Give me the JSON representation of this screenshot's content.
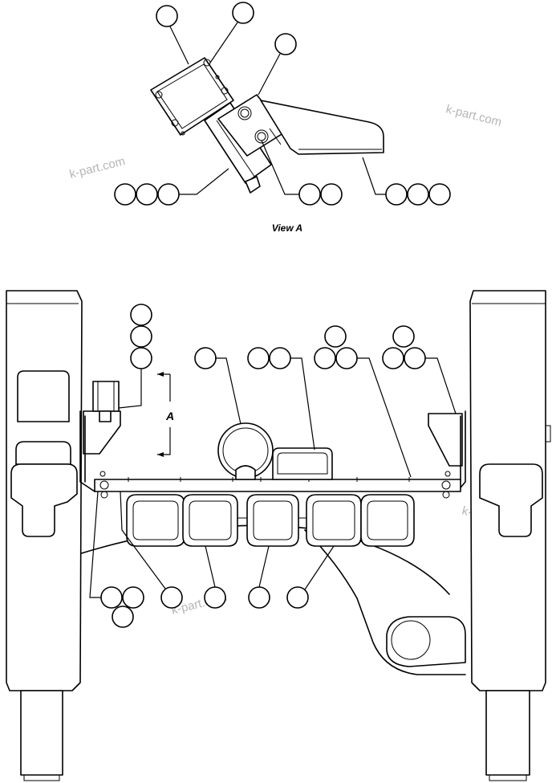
{
  "view_caption": "View A",
  "section_marker": "A",
  "watermark": "k-part.com",
  "colors": {
    "line": "#000000",
    "background": "#ffffff",
    "watermark": "#b5b5b5"
  }
}
